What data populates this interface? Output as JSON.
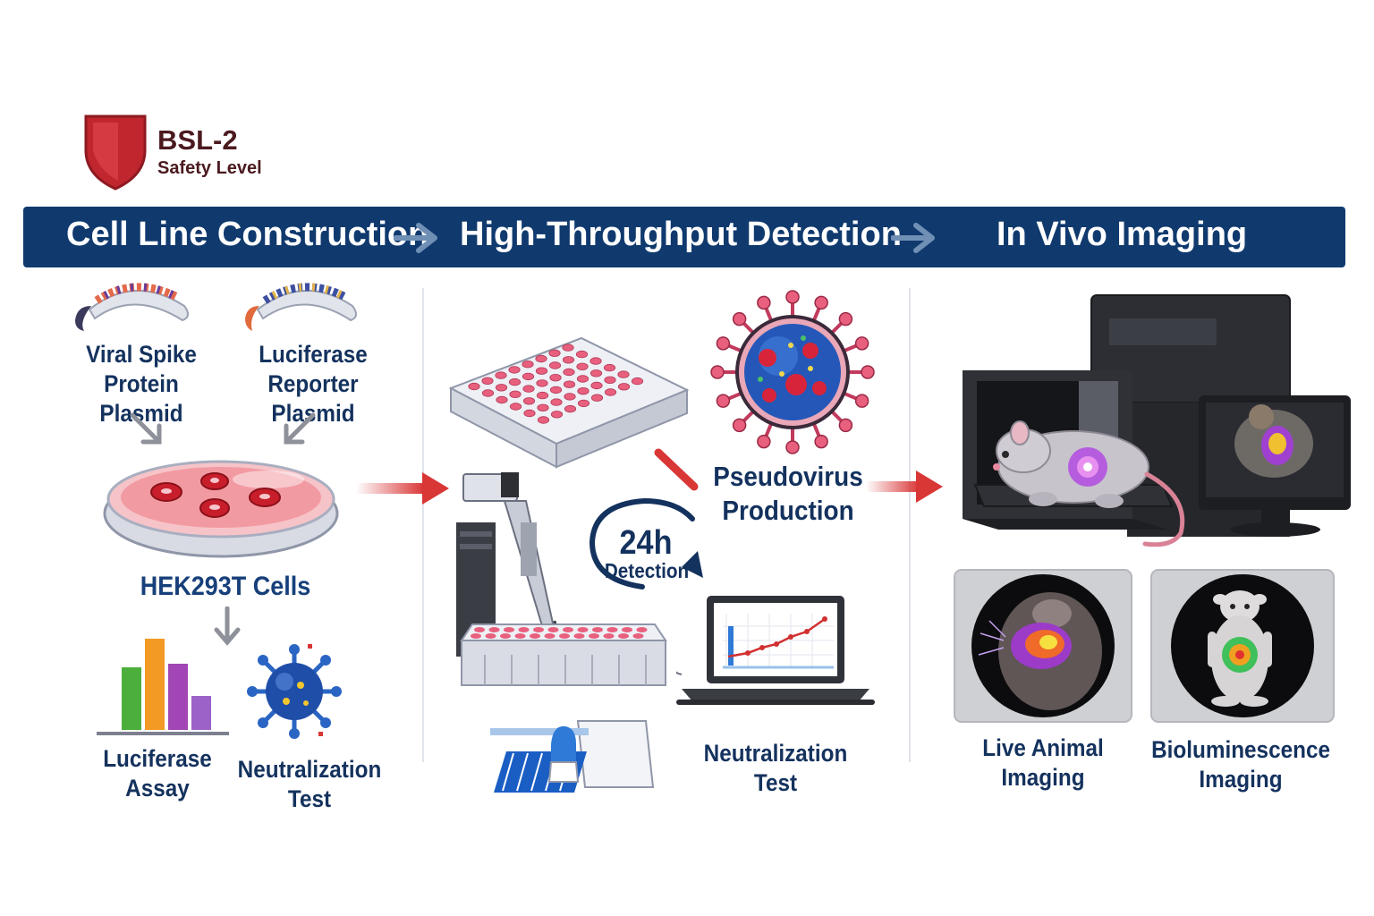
{
  "safety": {
    "level": "BSL-2",
    "caption": "Safety Level"
  },
  "stages": [
    "Cell Line Construction",
    "High-Throughput Detection",
    "In Vivo Imaging"
  ],
  "cell_line": {
    "plasmid_1": [
      "Viral Spike Protein",
      "Plasmid"
    ],
    "plasmid_2": [
      "Luciferase",
      "Reporter Plasmid"
    ],
    "cells": "HEK293T Cells",
    "assay": [
      "Luciferase",
      "Assay"
    ],
    "neutralization": [
      "Neutralization",
      "Test"
    ]
  },
  "detection": {
    "pseudovirus": [
      "Pseudovirus",
      "Production"
    ],
    "time": "24h",
    "time_caption": "Detection",
    "neutralization": [
      "Neutralization",
      "Test"
    ]
  },
  "imaging": {
    "live": [
      "Live Animal",
      "Imaging"
    ],
    "biolum": [
      "Bioluminescence",
      "Imaging"
    ]
  },
  "colors": {
    "banner": "#103a6e",
    "text": "#14325e",
    "arrow": "#d93636",
    "shield": "#c0262e",
    "well": "#e8607e"
  }
}
